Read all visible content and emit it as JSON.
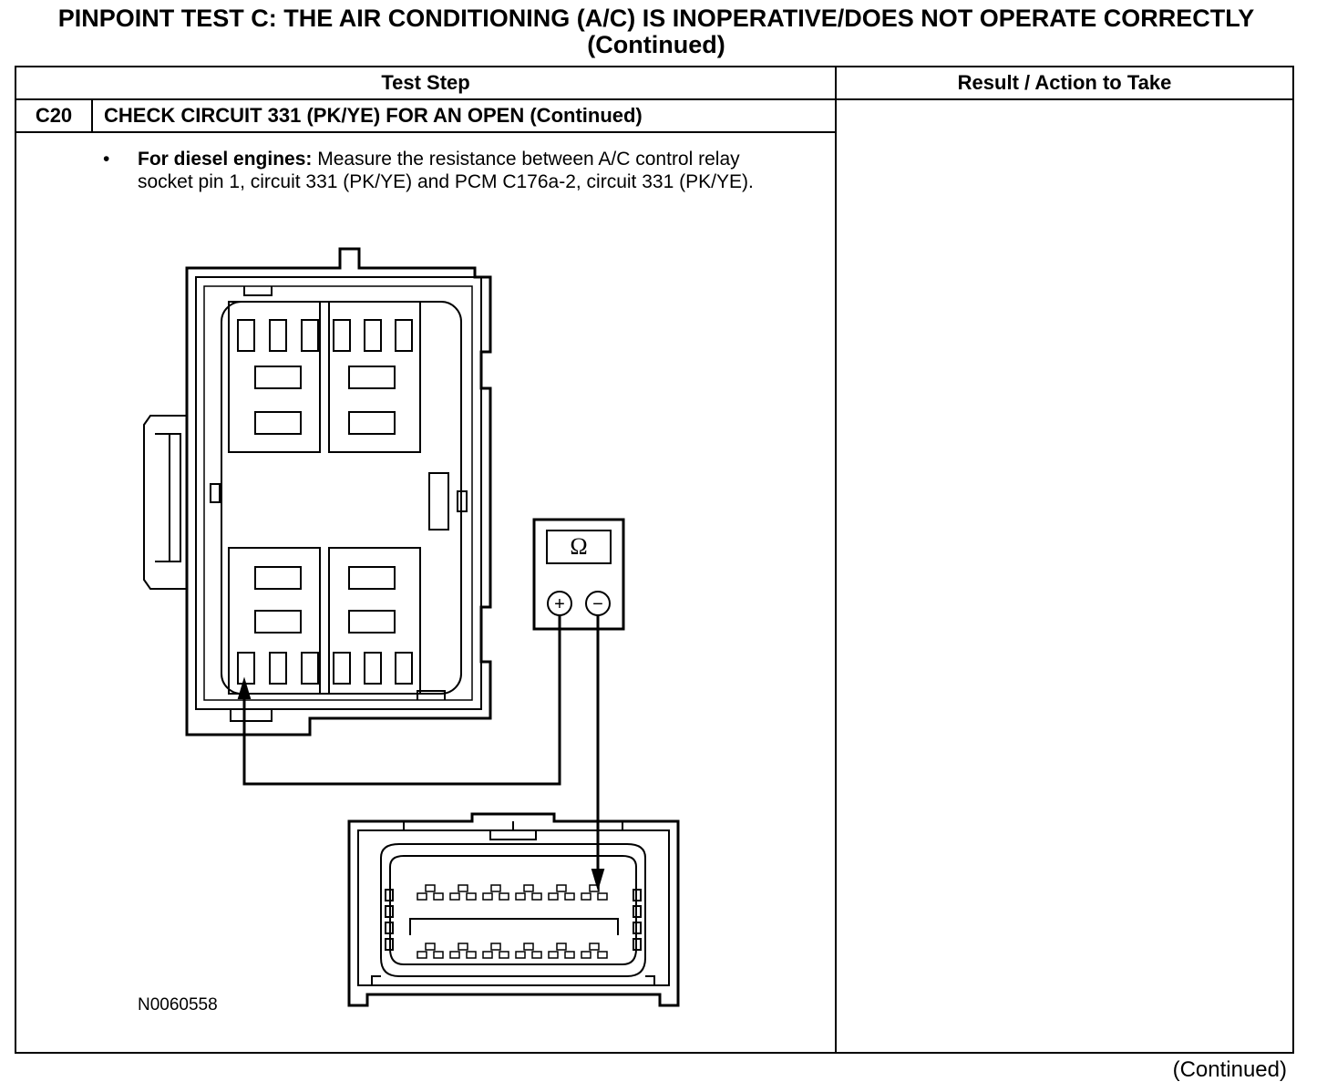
{
  "title": {
    "line1": "PINPOINT TEST C: THE AIR CONDITIONING (A/C) IS INOPERATIVE/DOES NOT OPERATE CORRECTLY",
    "line2": "(Continued)"
  },
  "table": {
    "col_test_step": "Test Step",
    "col_result": "Result / Action to Take"
  },
  "step": {
    "id": "C20",
    "heading": "CHECK CIRCUIT 331 (PK/YE) FOR AN OPEN (Continued)",
    "bullet_symbol": "•",
    "bullet_bold": "For diesel engines:",
    "bullet_text": " Measure the resistance between A/C control relay socket pin 1, circuit 331 (PK/YE) and PCM C176a-2, circuit 331 (PK/YE)."
  },
  "figure": {
    "meter_symbol": "Ω",
    "plus_symbol": "+",
    "minus_symbol": "−",
    "figure_id": "N0060558"
  },
  "footer": {
    "continued": "(Continued)"
  }
}
